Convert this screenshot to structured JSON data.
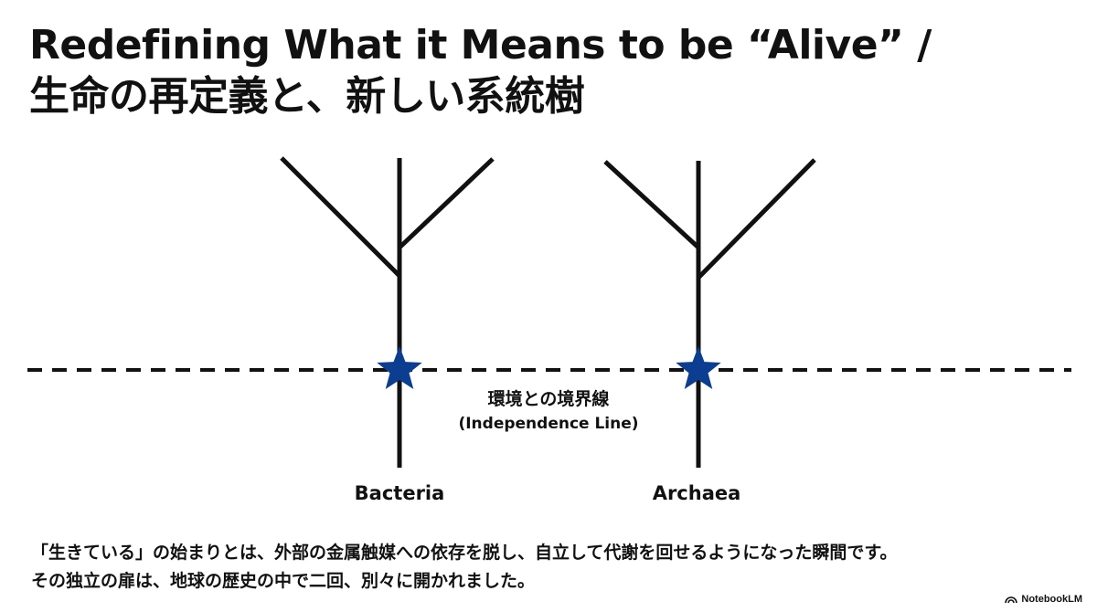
{
  "title": {
    "line1": "Redefining What it Means to be “Alive” /",
    "line2": "生命の再定義と、新しい系統樹"
  },
  "diagram": {
    "line_label_jp": "環境との境界線",
    "line_label_en": "(Independence Line)",
    "trees": [
      {
        "label": "Bacteria"
      },
      {
        "label": "Archaea"
      }
    ],
    "colors": {
      "line": "#111111",
      "star": "#0b3d91"
    },
    "icons": [
      "star-icon",
      "dashed-line"
    ]
  },
  "caption": {
    "line1": "「生きている」の始まりとは、外部の金属触媒への依存を脱し、自立して代謝を回せるようになった瞬間です。",
    "line2": "その独立の扉は、地球の歴史の中で二回、別々に開かれました。"
  },
  "brand": {
    "name": "NotebookLM",
    "icon": "notebooklm-logo-icon"
  }
}
